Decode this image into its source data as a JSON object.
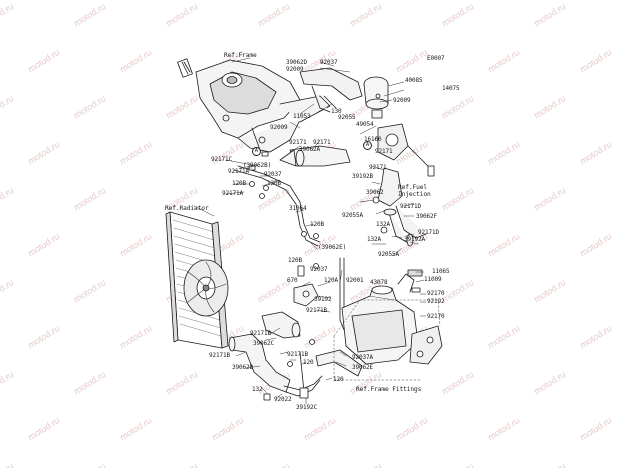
{
  "watermark": "motod.ru",
  "code": "E0007",
  "ref_labels": {
    "frame": "Ref.Frame",
    "radiator": "Ref.Radiator",
    "fuel_injection": "Ref.Fuel\nInjection",
    "frame_fittings": "Ref.Frame Fittings"
  },
  "connector_letter": "A",
  "part_labels": {
    "p39062D": "39062D",
    "p92037a": "92037",
    "p92009a": "92009",
    "p40085": "40085",
    "p14075": "14075",
    "p92009b": "92009",
    "p130a": "130",
    "p11053": "11053",
    "p92055": "92055",
    "p49054": "49054",
    "p92009c": "92009",
    "p16160": "16160",
    "p92171a": "92171",
    "p39062A": "39062A",
    "p92171b": "92171",
    "p92171c": "92171",
    "p92171e": "92171",
    "p92171C": "92171C",
    "p39062B_paren": "(39062B)",
    "p92037b": "92037",
    "p120Ba": "120B",
    "p120Bb": "120B",
    "p92171A": "92171A",
    "p39192B": "39192B",
    "p39062": "39062",
    "p31064": "31064",
    "p92055A": "92055A",
    "p132Aa": "132A",
    "p92171D_a": "92171D",
    "p39062F": "39062F",
    "p120Bc": "120B",
    "p92171D_b": "92171D",
    "p132Ab": "132A",
    "p39192A": "39192A",
    "p39062E_paren": "(39062E)",
    "p92055Ab": "92055A",
    "p120Bd": "120B",
    "p92037c": "92037",
    "p11065": "11065",
    "p11009": "11009",
    "p670": "670",
    "p120A": "120A",
    "p92001": "92001",
    "p43078": "43078",
    "p92170a": "92170",
    "p92192a": "92192",
    "p39192": "39192",
    "p92171B_a": "92171B",
    "p92170b": "92170",
    "p92171B_b": "92171B",
    "p39062C": "39062C",
    "p92171B_c": "92171B",
    "p92037A": "92037A",
    "p39062E": "39062E",
    "p92171B_d": "92171B",
    "p120b": "120",
    "p39062B": "39062B",
    "p120c": "120",
    "p132": "132",
    "p92022": "92022",
    "p39192C": "39192C"
  }
}
